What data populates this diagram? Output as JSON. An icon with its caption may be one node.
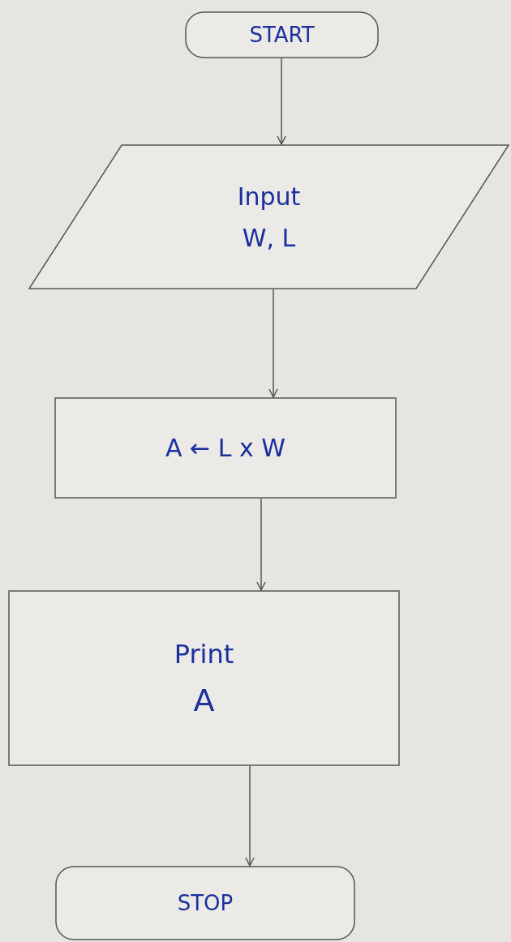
{
  "diagram": {
    "nodes": [
      {
        "text": [
          "START"
        ]
      },
      {
        "text": [
          "Input",
          "W, L"
        ]
      },
      {
        "text": [
          "A ← L x W"
        ]
      },
      {
        "text": [
          "Print",
          "A"
        ]
      },
      {
        "text": [
          "STOP"
        ]
      }
    ],
    "edges": [
      {
        "from": 0,
        "to": 1,
        "arrow": "to"
      },
      {
        "from": 1,
        "to": 2,
        "arrow": "to"
      },
      {
        "from": 2,
        "to": 3,
        "arrow": "to"
      },
      {
        "from": 3,
        "to": 4,
        "arrow": "to"
      }
    ]
  }
}
